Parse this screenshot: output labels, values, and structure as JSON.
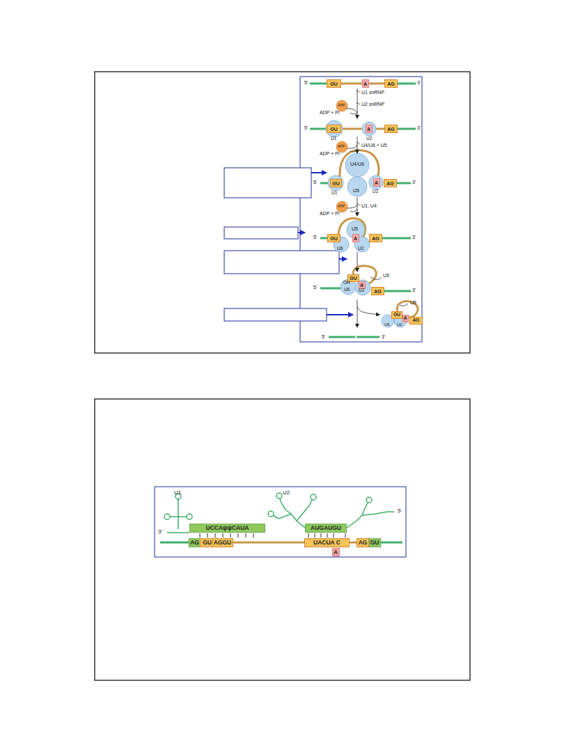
{
  "diagram": {
    "nodes": [
      {
        "text": [
          "GU"
        ]
      },
      {
        "text": [
          "A"
        ]
      },
      {
        "text": [
          "AG"
        ]
      },
      {
        "text": [
          "GU"
        ]
      },
      {
        "text": [
          "A"
        ]
      },
      {
        "text": [
          "AG"
        ]
      },
      {
        "text": [
          "GU"
        ]
      },
      {
        "text": [
          "A"
        ]
      },
      {
        "text": [
          "AG"
        ]
      },
      {
        "text": [
          "GU"
        ]
      },
      {
        "text": [
          "A"
        ]
      },
      {
        "text": [
          "AG"
        ]
      },
      {
        "text": [
          "GU"
        ]
      },
      {
        "text": [
          "A"
        ]
      },
      {
        "text": [
          "AG"
        ]
      },
      {
        "text": [
          "GU"
        ]
      },
      {
        "text": [
          "A"
        ]
      },
      {
        "text": [
          "AG"
        ]
      },
      {
        "text": [
          "UCCAψψCAUA"
        ]
      },
      {
        "text": [
          "AG"
        ]
      },
      {
        "text": [
          "GU"
        ]
      },
      {
        "text": [
          "AGGU"
        ]
      },
      {
        "text": [
          "AUGAUGU"
        ]
      },
      {
        "text": [
          "UACUA C"
        ]
      },
      {
        "text": [
          "A"
        ]
      },
      {
        "text": [
          "AG"
        ]
      },
      {
        "text": [
          "GU"
        ]
      }
    ],
    "labels": [
      "5'",
      "3'",
      "U1 snRNP",
      "ATP",
      "ADP + Pi",
      "U2 snRNP",
      "5'",
      "3'",
      "U1",
      "U2",
      "ATP",
      "ADP + Pi",
      "U4/U6 + U5",
      "U4/U6",
      "5'",
      "3'",
      "U5",
      "U1",
      "U2",
      "ATP",
      "ADP + Pi",
      "U1, U4",
      "U5",
      "5'",
      "3'",
      "U6",
      "U2",
      "U5",
      "5'",
      "OH",
      "3'",
      "U6",
      "U2",
      "U5",
      "U6",
      "U2",
      "5'",
      "3'",
      "U1",
      "3'",
      "U2",
      "5'"
    ]
  }
}
